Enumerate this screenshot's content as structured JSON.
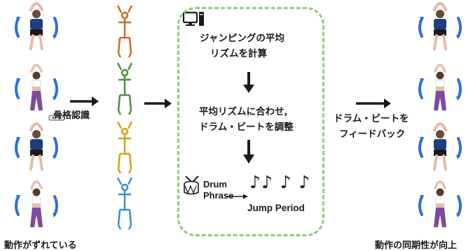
{
  "labels": {
    "left_caption": "動作がずれている",
    "right_caption": "動作の同期性が向上",
    "skeleton_label": "骨格認識",
    "feedback_line1": "ドラム・ビートを",
    "feedback_line2": "フィードバック"
  },
  "process_box": {
    "step1_line1": "ジャンピングの平均",
    "step1_line2": "リズムを計算",
    "step2_line1": "平均リズムに合わせ,",
    "step2_line2": "ドラム・ビートを調整",
    "drum_phrase_line1": "Drum",
    "drum_phrase_line2": "Phrase",
    "notes": "♪♪ ♪ ♪",
    "jump_period": "Jump Period"
  },
  "icons": {
    "computer": "computer-icon",
    "drum": "drum-icon",
    "camera": "camera-sensor-icon"
  },
  "colors": {
    "box_border": "#8fcd6e",
    "arrow": "#1a1a1a",
    "skeleton_orange": "#d2691e",
    "skeleton_green": "#4e8f3a",
    "skeleton_yellow": "#d4a017",
    "skeleton_blue": "#3b8ed6",
    "shirt_blue": "#1f3d7a",
    "motion_arc": "#2d6fd6",
    "purple": "#7d4a9e"
  }
}
